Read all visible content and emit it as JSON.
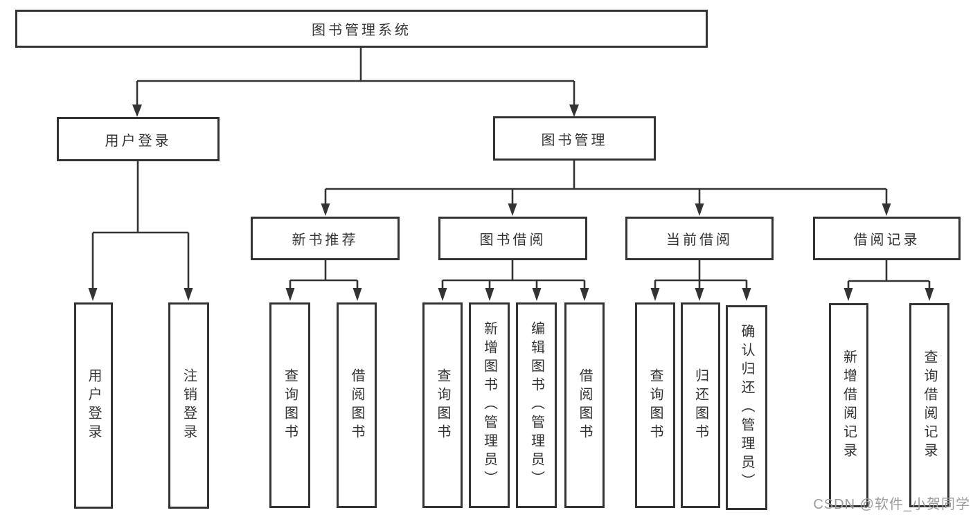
{
  "diagram": {
    "title": "图书管理系统",
    "tree": {
      "root": {
        "label": "图书管理系统"
      },
      "user_login_branch": {
        "label": "用户登录",
        "children": [
          {
            "label": "用户登录"
          },
          {
            "label": "注销登录"
          }
        ]
      },
      "book_mgmt_branch": {
        "label": "图书管理",
        "sections": [
          {
            "label": "新书推荐",
            "children": [
              {
                "label": "查询图书"
              },
              {
                "label": "借阅图书"
              }
            ]
          },
          {
            "label": "图书借阅",
            "children": [
              {
                "label": "查询图书"
              },
              {
                "label": "新增图书（管理员）"
              },
              {
                "label": "编辑图书（管理员）"
              },
              {
                "label": "借阅图书"
              }
            ]
          },
          {
            "label": "当前借阅",
            "children": [
              {
                "label": "查询图书"
              },
              {
                "label": "归还图书"
              },
              {
                "label": "确认归还（管理员）"
              }
            ]
          },
          {
            "label": "借阅记录",
            "children": [
              {
                "label": "新增借阅记录"
              },
              {
                "label": "查询借阅记录"
              }
            ]
          }
        ]
      }
    },
    "colors": {
      "line": "#333333",
      "text": "#333333",
      "background": "#ffffff",
      "watermark": "#9c9c9c"
    }
  },
  "watermark": {
    "text": "CSDN @软件_小贺同学"
  }
}
